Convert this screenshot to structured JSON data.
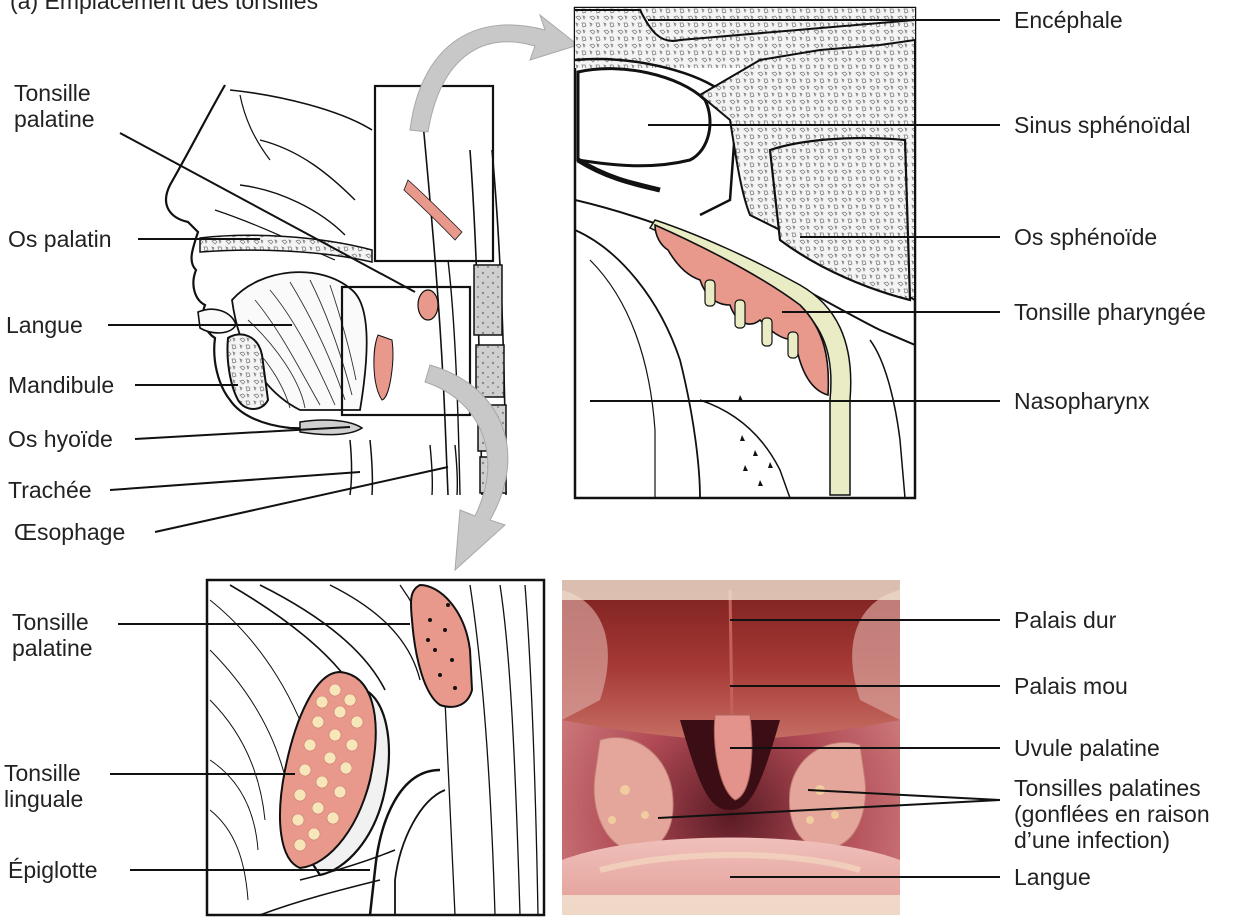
{
  "header": {
    "title": "(a) Emplacement des tonsilles"
  },
  "labels_overview": {
    "tonsille_palatine": "Tonsille\npalatine",
    "os_palatin": "Os palatin",
    "langue": "Langue",
    "mandibule": "Mandibule",
    "os_hyoide": "Os hyoïde",
    "trachee": "Trachée",
    "oesophage": "Œsophage"
  },
  "labels_nasopharynx": {
    "encephale": "Encéphale",
    "sinus_sphenoidal": "Sinus sphénoïdal",
    "os_sphenoide": "Os sphénoïde",
    "tonsille_pharyngee": "Tonsille pharyngée",
    "nasopharynx": "Nasopharynx"
  },
  "labels_oropharynx": {
    "tonsille_palatine": "Tonsille\npalatine",
    "tonsille_linguale": "Tonsille\nlinguale",
    "epiglotte": "Épiglotte"
  },
  "labels_photo": {
    "palais_dur": "Palais dur",
    "palais_mou": "Palais mou",
    "uvule_palatine": "Uvule palatine",
    "tonsilles_palatines": "Tonsilles palatines\n(gonflées en raison\nd’une infection)",
    "langue": "Langue"
  },
  "colors": {
    "tonsil_fill": "#e8998c",
    "mucosa_fill": "#e9ecc4",
    "bone_texture": "#d9d9d9",
    "arrow_gray": "#c8c8c8",
    "photo_palate": "#8e2b2b",
    "photo_throat": "#b5485a"
  }
}
